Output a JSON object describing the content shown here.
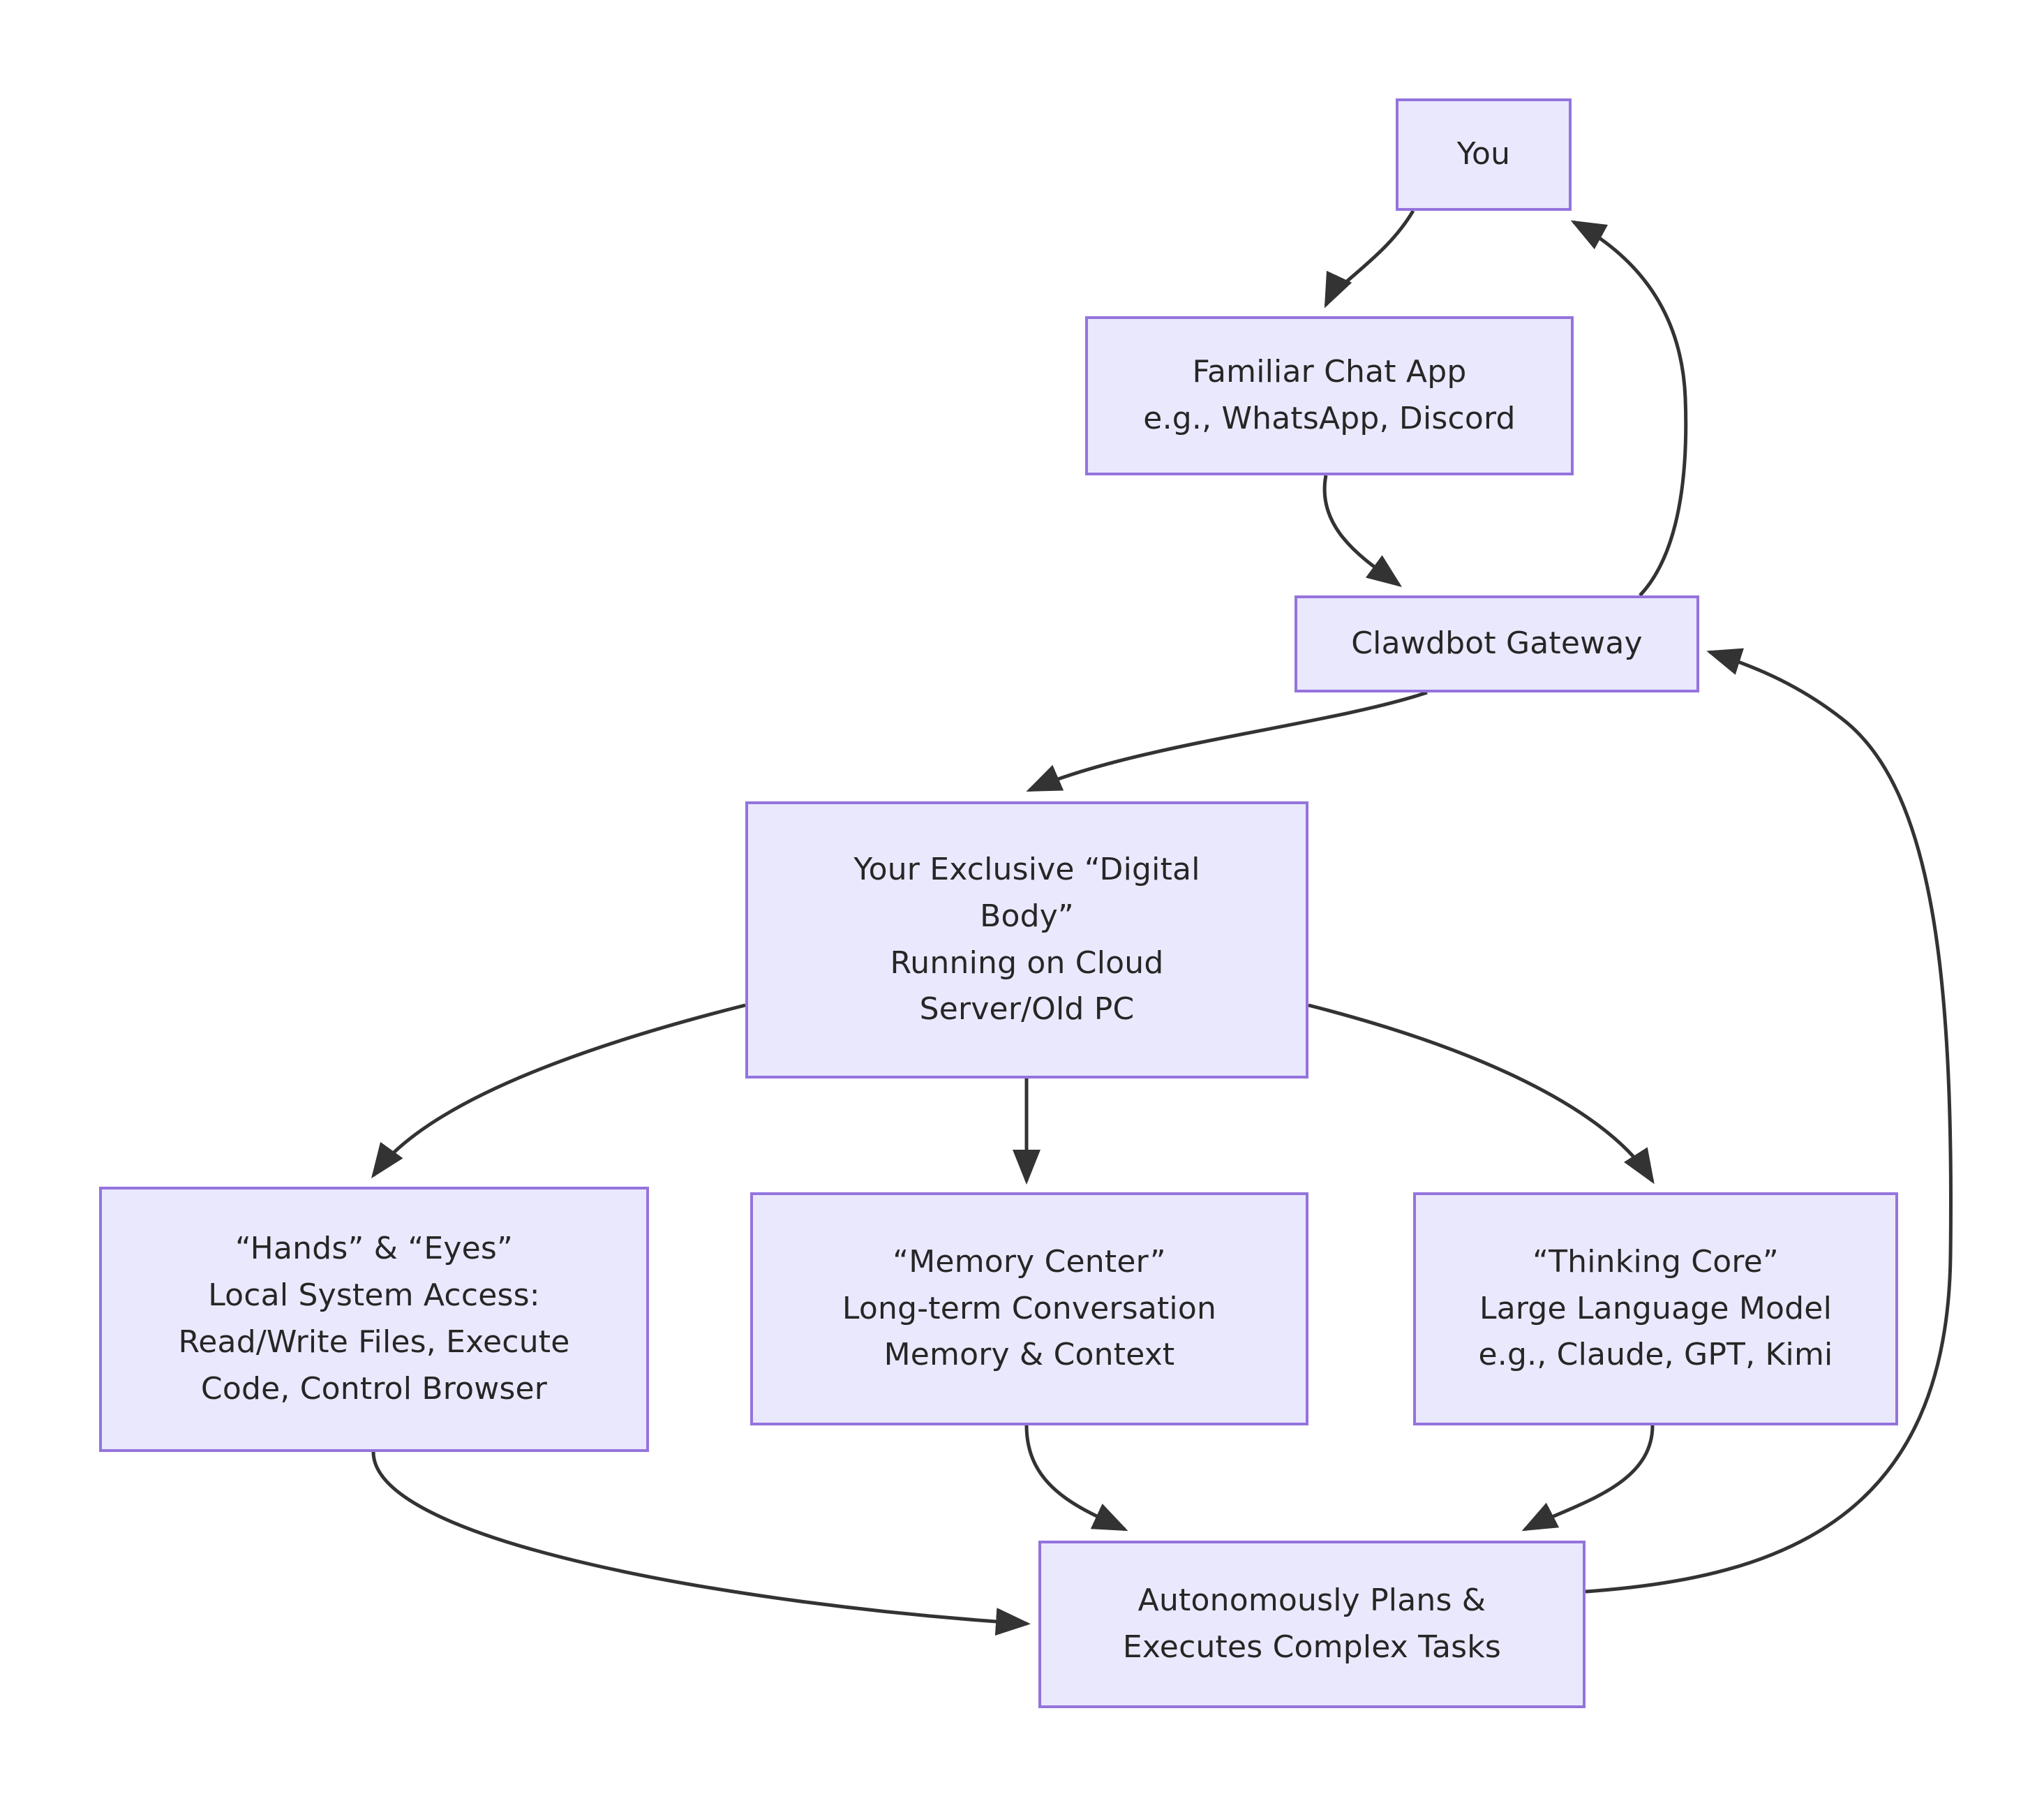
{
  "diagram": {
    "type": "flowchart",
    "direction": "top-down",
    "theme": {
      "node_fill": "#eae8fc",
      "node_border": "#9473dd",
      "text_color": "#262626",
      "edge_color": "#333333",
      "background": "#ffffff"
    },
    "nodes": [
      {
        "id": "you",
        "lines": [
          "You"
        ]
      },
      {
        "id": "chat_app",
        "lines": [
          "Familiar Chat App",
          "e.g., WhatsApp, Discord"
        ]
      },
      {
        "id": "gateway",
        "lines": [
          "Clawdbot Gateway"
        ]
      },
      {
        "id": "digital_body",
        "lines": [
          "Your Exclusive “Digital",
          "Body”",
          "Running on Cloud",
          "Server/Old PC"
        ]
      },
      {
        "id": "hands_eyes",
        "lines": [
          "“Hands” & “Eyes”",
          "Local System Access:",
          "Read/Write Files, Execute",
          "Code, Control Browser"
        ]
      },
      {
        "id": "memory_center",
        "lines": [
          "“Memory Center”",
          "Long-term Conversation",
          "Memory & Context"
        ]
      },
      {
        "id": "thinking_core",
        "lines": [
          "“Thinking Core”",
          "Large Language Model",
          "e.g., Claude, GPT, Kimi"
        ]
      },
      {
        "id": "autonomous",
        "lines": [
          "Autonomously Plans &",
          "Executes Complex Tasks"
        ]
      }
    ],
    "edges": [
      {
        "from": "you",
        "to": "chat_app",
        "arrow": true
      },
      {
        "from": "chat_app",
        "to": "gateway",
        "arrow": true
      },
      {
        "from": "gateway",
        "to": "you",
        "arrow": true
      },
      {
        "from": "gateway",
        "to": "digital_body",
        "arrow": true
      },
      {
        "from": "digital_body",
        "to": "hands_eyes",
        "arrow": true
      },
      {
        "from": "digital_body",
        "to": "memory_center",
        "arrow": true
      },
      {
        "from": "digital_body",
        "to": "thinking_core",
        "arrow": true
      },
      {
        "from": "hands_eyes",
        "to": "autonomous",
        "arrow": true
      },
      {
        "from": "memory_center",
        "to": "autonomous",
        "arrow": true
      },
      {
        "from": "thinking_core",
        "to": "autonomous",
        "arrow": true
      },
      {
        "from": "autonomous",
        "to": "gateway",
        "arrow": true
      }
    ]
  }
}
